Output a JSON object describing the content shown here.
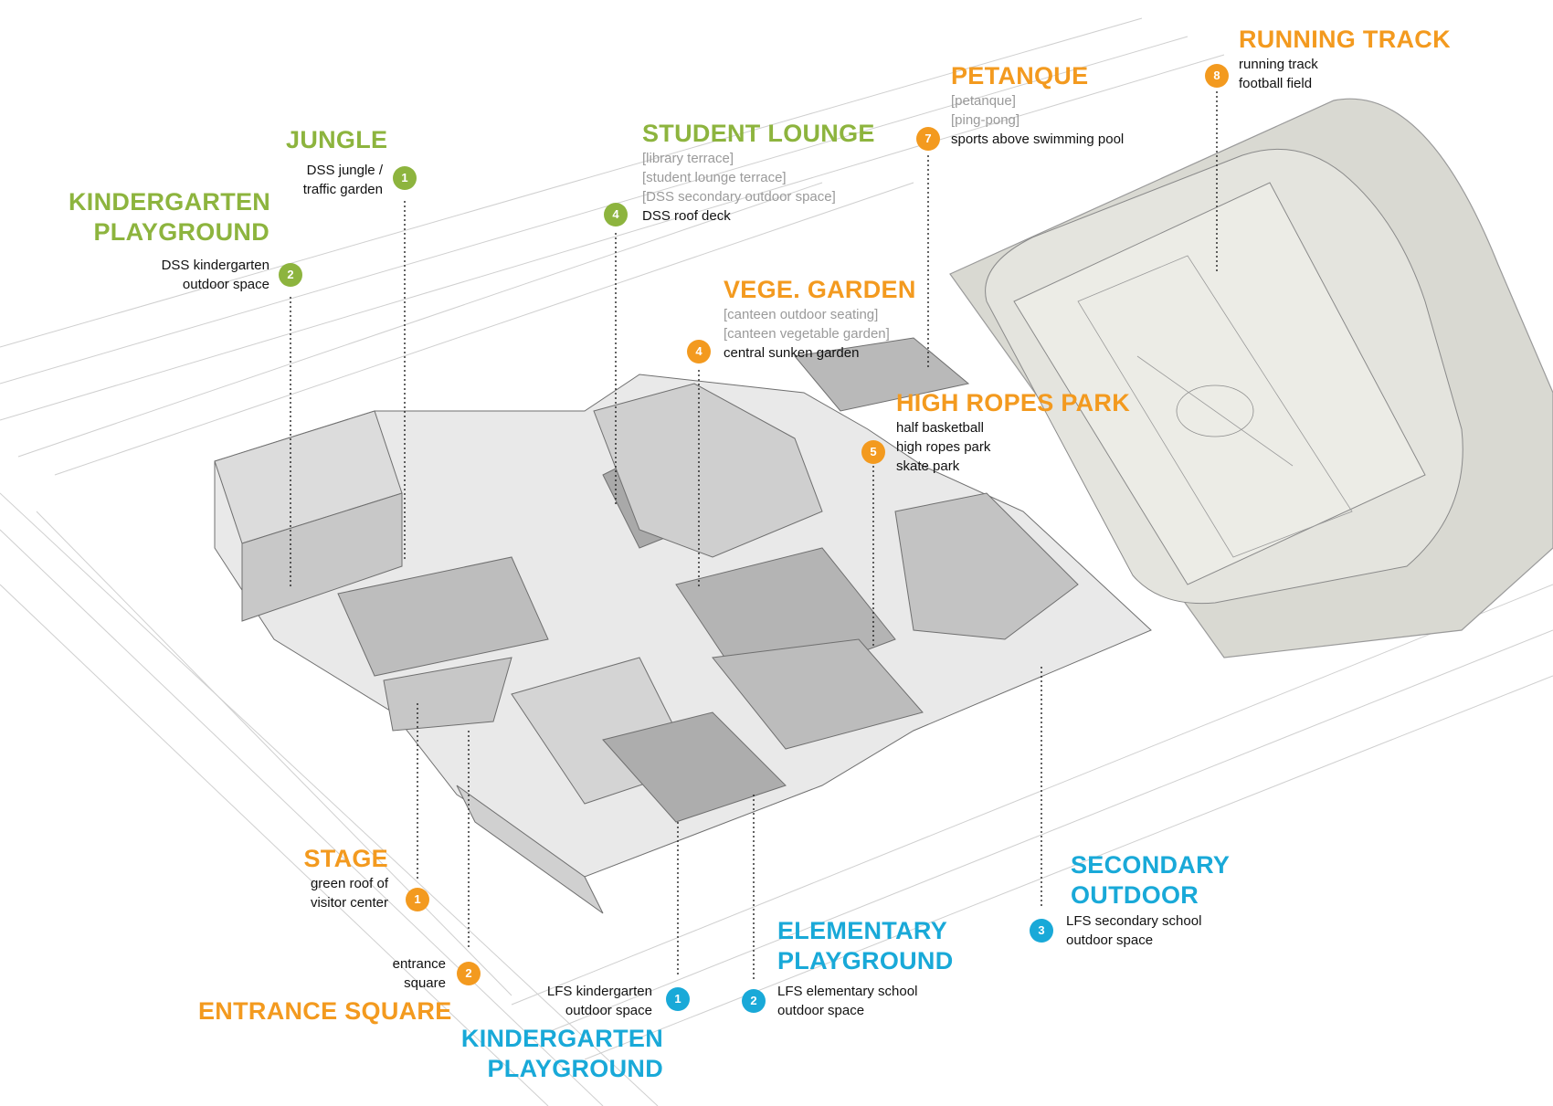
{
  "colors": {
    "green": "#8db43e",
    "orange": "#f39a1f",
    "blue": "#19a9d8"
  },
  "labels": {
    "jungle": {
      "title": "JUNGLE",
      "lines": [
        "DSS jungle /",
        "traffic garden"
      ],
      "badge": "1"
    },
    "kindergarten_top": {
      "title_lines": [
        "KINDERGARTEN",
        "PLAYGROUND"
      ],
      "lines": [
        "DSS kindergarten",
        "outdoor space"
      ],
      "badge": "2"
    },
    "student_lounge": {
      "title": "STUDENT LOUNGE",
      "gray_lines": [
        "[library terrace]",
        "[student lounge terrace]",
        "[DSS secondary outdoor space]"
      ],
      "lines": [
        "DSS roof deck"
      ],
      "badge": "4"
    },
    "petanque": {
      "title": "PETANQUE",
      "gray_lines": [
        "[petanque]",
        "[ping-pong]"
      ],
      "lines": [
        "sports above swimming pool"
      ],
      "badge": "7"
    },
    "running_track": {
      "title": "RUNNING TRACK",
      "lines": [
        "running track",
        "football field"
      ],
      "badge": "8"
    },
    "vege_garden": {
      "title": "VEGE. GARDEN",
      "gray_lines": [
        "[canteen outdoor seating]",
        "[canteen vegetable garden]"
      ],
      "lines": [
        "central sunken garden"
      ],
      "badge": "4"
    },
    "high_ropes": {
      "title": "HIGH ROPES PARK",
      "lines": [
        "half basketball",
        "high ropes park",
        "skate park"
      ],
      "badge": "5"
    },
    "stage": {
      "title": "STAGE",
      "lines": [
        "green roof of",
        "visitor center"
      ],
      "badge": "1"
    },
    "entrance": {
      "title": "ENTRANCE SQUARE",
      "lines": [
        "entrance",
        "square"
      ],
      "badge": "2"
    },
    "kindergarten_bottom": {
      "title_lines": [
        "KINDERGARTEN",
        "PLAYGROUND"
      ],
      "lines": [
        "LFS kindergarten",
        "outdoor space"
      ],
      "badge": "1"
    },
    "elementary": {
      "title_lines": [
        "ELEMENTARY",
        "PLAYGROUND"
      ],
      "lines": [
        "LFS elementary school",
        "outdoor space"
      ],
      "badge": "2"
    },
    "secondary": {
      "title_lines": [
        "SECONDARY",
        "OUTDOOR"
      ],
      "lines": [
        "LFS secondary school",
        "outdoor space"
      ],
      "badge": "3"
    }
  }
}
